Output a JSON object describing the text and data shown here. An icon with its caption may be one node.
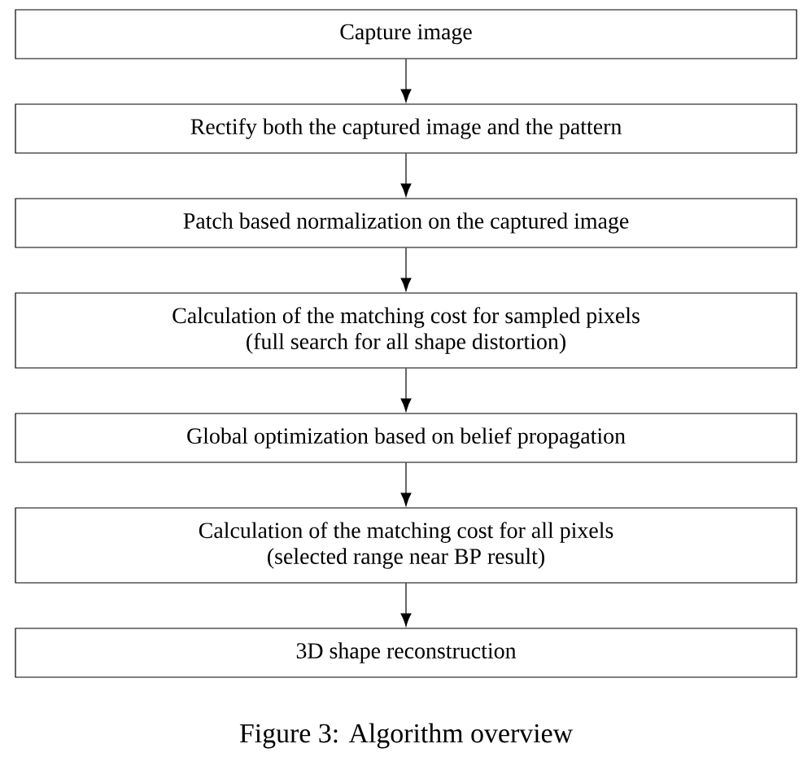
{
  "diagram": {
    "caption": "Figure 3: Algorithm overview",
    "nodes": [
      {
        "text": [
          "Capture image"
        ]
      },
      {
        "text": [
          "Rectify both the captured image and the pattern"
        ]
      },
      {
        "text": [
          "Patch based normalization on the captured image"
        ]
      },
      {
        "text": [
          "Calculation of the matching cost for sampled pixels",
          "(full search for all shape distortion)"
        ]
      },
      {
        "text": [
          "Global optimization based on belief propagation"
        ]
      },
      {
        "text": [
          "Calculation of the matching cost for all pixels",
          "(selected range near BP result)"
        ]
      },
      {
        "text": [
          "3D shape reconstruction"
        ]
      }
    ],
    "edges": [
      {
        "from": 0,
        "to": 1,
        "arrow": "to"
      },
      {
        "from": 1,
        "to": 2,
        "arrow": "to"
      },
      {
        "from": 2,
        "to": 3,
        "arrow": "to"
      },
      {
        "from": 3,
        "to": 4,
        "arrow": "to"
      },
      {
        "from": 4,
        "to": 5,
        "arrow": "to"
      },
      {
        "from": 5,
        "to": 6,
        "arrow": "to"
      }
    ]
  }
}
